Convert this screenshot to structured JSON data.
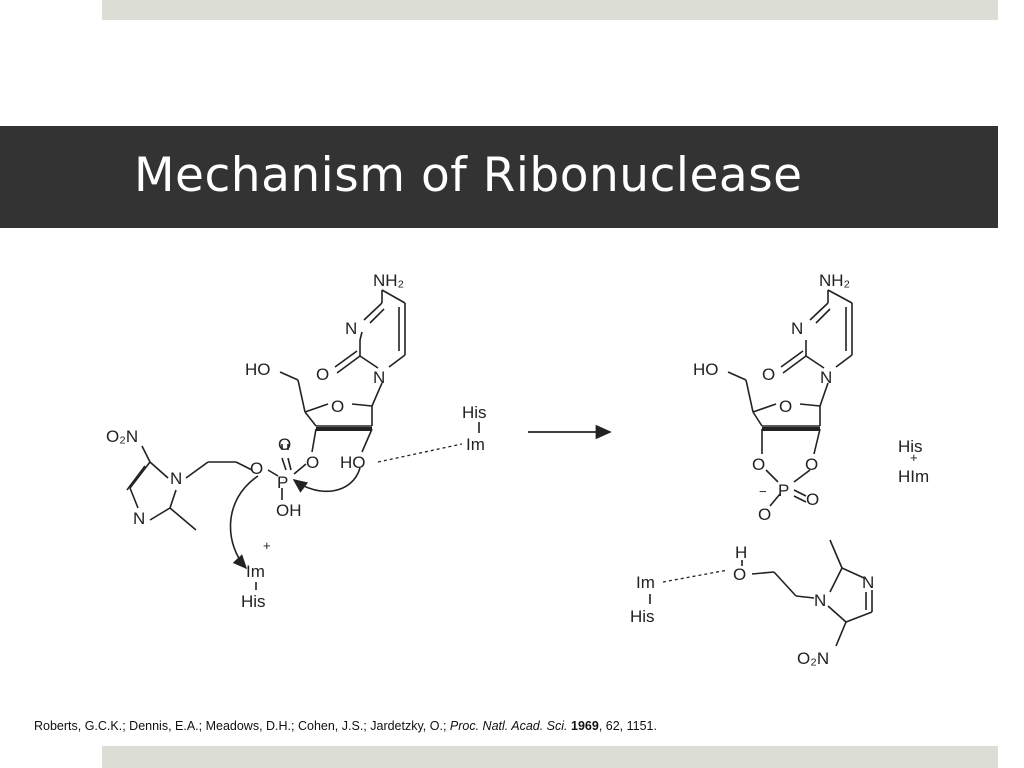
{
  "slide": {
    "title": "Mechanism of Ribonuclease",
    "colors": {
      "title_band": "#333333",
      "title_text": "#ffffff",
      "accent_bar": "#dcddd5"
    }
  },
  "scheme": {
    "atoms": {
      "nh2": "NH₂",
      "n": "N",
      "o": "O",
      "ho": "HO",
      "oh": "OH",
      "p": "P",
      "his": "His",
      "im": "Im",
      "him": "HIm",
      "h": "H",
      "o2n": "O₂N",
      "plus": "+",
      "minus": "−"
    }
  },
  "citation": {
    "authors": "Roberts, G.C.K.; Dennis, E.A.; Meadows, D.H.; Cohen, J.S.; Jardetzky, O.; ",
    "journal": "Proc. Natl. Acad. Sci.",
    "year": "1969",
    "rest": ", 62, 1151."
  }
}
